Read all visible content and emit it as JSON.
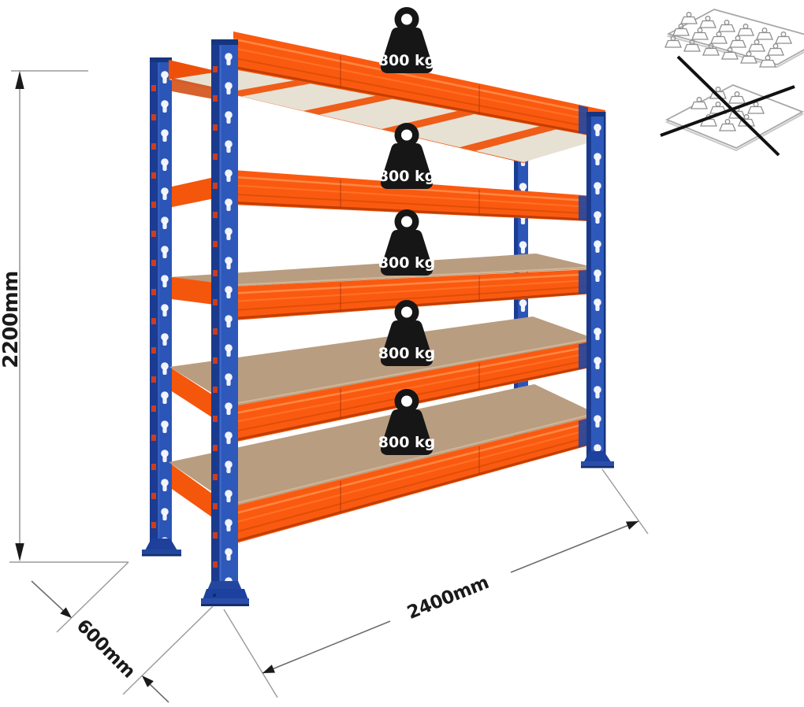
{
  "product": {
    "name": "heavy-duty-shelving-rack",
    "shelf_count": 5,
    "load_labels": [
      "800 kg",
      "800 kg",
      "800 kg",
      "800 kg",
      "800 kg"
    ]
  },
  "dimensions": {
    "height": "2200mm",
    "depth": "600mm",
    "width": "2400mm"
  },
  "colors": {
    "frame_blue": "#2b55b7",
    "frame_blue_dark": "#1b3c92",
    "beam_orange": "#fa5a10",
    "deck_tan": "#b99d80",
    "weight_black": "#161616",
    "dimension_line_gray": "#8c8c8c",
    "text_black": "#1a1a1a"
  },
  "icons": {
    "load_badge": "weight-800kg-icon",
    "allowed": "distributed-load-icon",
    "prohibited": "point-load-crossed-icon"
  }
}
